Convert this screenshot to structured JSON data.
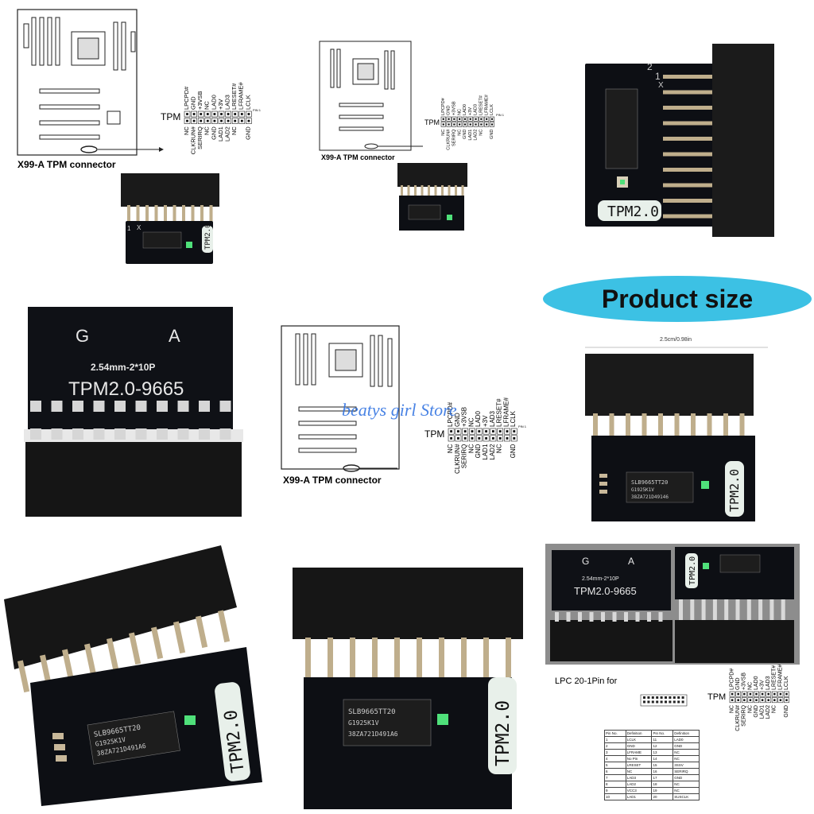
{
  "tile1": {
    "caption": "X99-A TPM connector",
    "header_label": "TPM",
    "pin1": "PIN 1",
    "top_pins": [
      "LPCPD#",
      "GND",
      "+3VSB",
      "NC",
      "LAD0",
      "+3V",
      "LAD3",
      "LRESET#",
      "LFRAME#",
      "LCLK"
    ],
    "bottom_pins": [
      "NC",
      "CLKRUN#",
      "SERIRQ",
      "NC",
      "GND",
      "LAD1",
      "LAD2",
      "NC",
      "",
      "GND"
    ],
    "board_text": "TPM2.0",
    "pin_mark": "1",
    "x_mark": "X"
  },
  "tile2": {
    "caption": "X99-A TPM connector",
    "header_label": "TPM",
    "pin1": "PIN 1"
  },
  "tile3": {
    "board_text": "TPM2.0",
    "marks": [
      "2",
      "1",
      "X"
    ]
  },
  "badge": {
    "text": "Product size"
  },
  "tile4": {
    "letter_left": "G",
    "letter_right": "A",
    "spec": "2.54mm-2*10P",
    "model": "TPM2.0-9665"
  },
  "tile5": {
    "caption": "X99-A TPM connector",
    "header_label": "TPM",
    "pin1": "PIN 1",
    "watermark": "beatys girl Store"
  },
  "tile6": {
    "dimension": "2.5cm/0.98in",
    "board_text": "TPM2.0",
    "chip_lines": [
      "SLB9665TT20",
      "G1925K1V",
      "38ZA721D49146"
    ]
  },
  "tile7": {
    "board_text": "TPM2.0",
    "chip_lines": [
      "SLB9665TT20",
      "G1925K1V",
      "38ZA721D491A6"
    ]
  },
  "tile8": {
    "board_text": "TPM2.0",
    "chip_lines": [
      "SLB9665TT20",
      "G1925K1V",
      "38ZA721D491A6"
    ]
  },
  "tile9": {
    "front_letters": [
      "G",
      "A"
    ],
    "spec": "2.54mm-2*10P",
    "model": "TPM2.0-9665",
    "back_text": "TPM2.0",
    "lpc_label": "LPC 20-1Pin for",
    "header_label": "TPM",
    "table_headers": [
      "Pin No.",
      "Definition",
      "Pin No.",
      "Definition"
    ],
    "table_rows": [
      [
        "1",
        "LCLK",
        "11",
        "LAD0"
      ],
      [
        "2",
        "GND",
        "12",
        "GND"
      ],
      [
        "3",
        "LFRAME",
        "13",
        "NC"
      ],
      [
        "4",
        "No Pin",
        "14",
        "NC"
      ],
      [
        "5",
        "LRESET",
        "15",
        "3SSV"
      ],
      [
        "6",
        "NC",
        "16",
        "SERIRQ"
      ],
      [
        "7",
        "LAD3",
        "17",
        "GND"
      ],
      [
        "8",
        "LAD2",
        "18",
        "NC"
      ],
      [
        "9",
        "VCC3",
        "19",
        "NC"
      ],
      [
        "10",
        "LAD1",
        "20",
        "SUSCLK"
      ]
    ]
  },
  "colors": {
    "pcb": "#101217",
    "connector": "#1a1a1a",
    "pin": "#bfae8c",
    "badge": "#3cc1e4",
    "silk": "#e8f0ea"
  },
  "icons": {
    "led": "green-led-icon",
    "chip": "tpm-chip-icon"
  }
}
